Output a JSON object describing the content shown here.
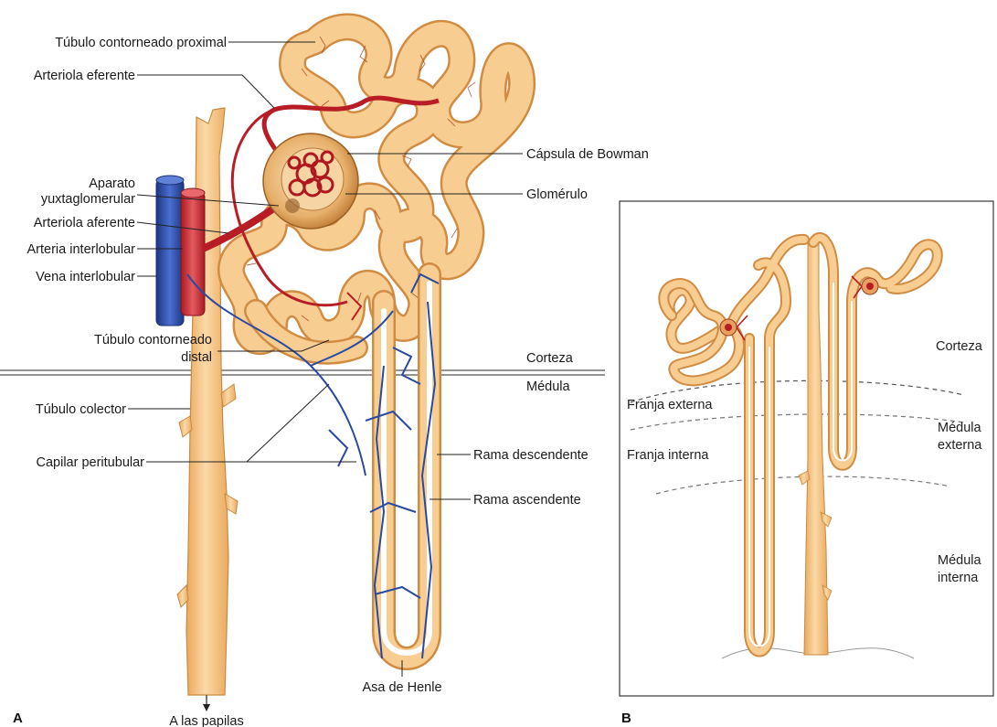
{
  "colors": {
    "tubule_fill": "#f7c98a",
    "tubule_stroke": "#d9954a",
    "artery": "#c8202a",
    "vein": "#2a4aa0",
    "collecting_duct": "#f5c27f"
  },
  "panel_a": {
    "panel_label": "A",
    "labels": {
      "tubulo_proximal": "Túbulo contorneado proximal",
      "arteriola_eferente": "Arteriola eferente",
      "capsula_bowman": "Cápsula de Bowman",
      "aparato_line1": "Aparato",
      "aparato_line2": "yuxtaglomerular",
      "glomerulo": "Glomérulo",
      "arteriola_aferente": "Arteriola aferente",
      "arteria_interlobular": "Arteria interlobular",
      "vena_interlobular": "Vena interlobular",
      "tubulo_distal_line1": "Túbulo contorneado",
      "tubulo_distal_line2": "distal",
      "corteza": "Corteza",
      "medula": "Médula",
      "tubulo_colector": "Túbulo colector",
      "capilar_peritubular": "Capilar peritubular",
      "rama_descendente": "Rama descendente",
      "rama_ascendente": "Rama ascendente",
      "asa_henle": "Asa de Henle",
      "a_las_papilas": "A las papilas"
    }
  },
  "panel_b": {
    "panel_label": "B",
    "labels": {
      "corteza": "Corteza",
      "franja_externa": "Franja externa",
      "franja_interna": "Franja interna",
      "medula_externa_line1": "Médula",
      "medula_externa_line2": "externa",
      "medula_interna_line1": "Médula",
      "medula_interna_line2": "interna"
    }
  }
}
